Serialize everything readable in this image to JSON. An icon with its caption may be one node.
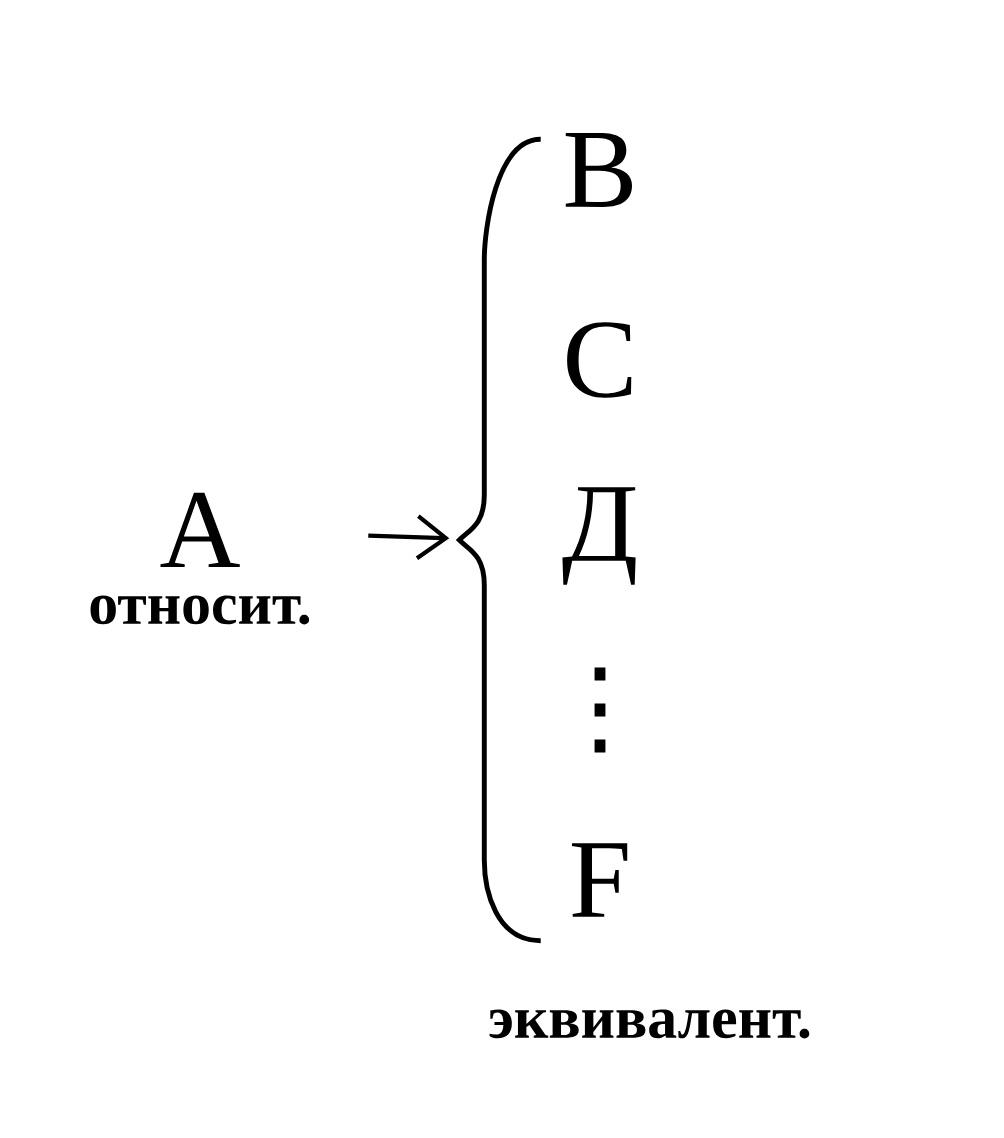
{
  "diagram": {
    "nodes": [
      {
        "text": [
          "A"
        ],
        "beside": [
          "относит."
        ]
      },
      {
        "text": [],
        "shape": "brace",
        "beside": [
          "эквивалент."
        ]
      }
    ],
    "edges": [
      {
        "from": 0,
        "to": 1,
        "arrow": "to"
      }
    ],
    "labels": [
      "B",
      "C",
      "Д",
      "⋮",
      "F"
    ]
  }
}
